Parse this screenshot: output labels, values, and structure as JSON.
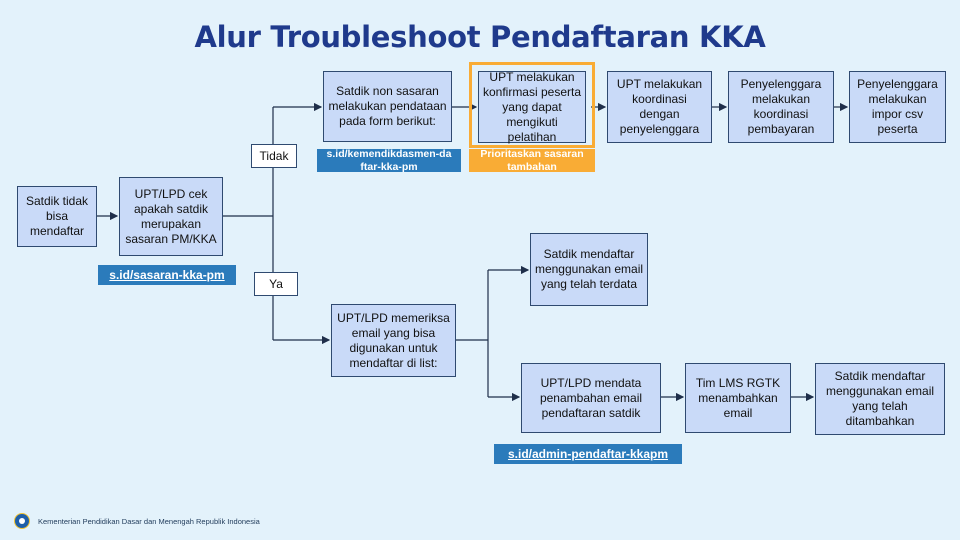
{
  "title": "Alur Troubleshoot Pendaftaran KKA",
  "nodes": {
    "start": "Satdik tidak bisa mendaftar",
    "check": "UPT/LPD cek apakah satdik merupakan sasaran PM/KKA",
    "non_sasaran": "Satdik non sasaran melakukan pendataan pada form berikut:",
    "konfirmasi": "UPT melakukan konfirmasi peserta yang dapat mengikuti pelatihan",
    "koordinasi": "UPT melakukan koordinasi dengan penyelenggara",
    "bayar": "Penyelenggara melakukan koordinasi pembayaran",
    "impor": "Penyelenggara melakukan impor csv peserta",
    "periksa": "UPT/LPD memeriksa email yang bisa digunakan untuk mendaftar di list:",
    "terdata": "Satdik mendaftar menggunakan email yang telah terdata",
    "mendata": "UPT/LPD mendata penambahan email pendaftaran satdik",
    "lms": "Tim LMS RGTK menambahkan email",
    "ditambahkan": "Satdik mendaftar menggunakan email yang telah ditambahkan"
  },
  "tags": {
    "tidak": "Tidak",
    "ya": "Ya"
  },
  "links": {
    "sasaran": "s.id/sasaran-kka-pm",
    "kemendik": "s.id/kemendikdasmen-daftar-kka-pm",
    "prioritas": "Prioritaskan sasaran tambahan",
    "admin": "s.id/admin-pendaftar-kkapm"
  },
  "footer": "Kementerian Pendidikan Dasar dan Menengah Republik Indonesia",
  "colors": {
    "title": "#1f3a8c",
    "box_fill": "#c9daf8",
    "link_fill": "#2b7bbb",
    "highlight": "#f9ac35",
    "background": "#e3f2fb"
  }
}
